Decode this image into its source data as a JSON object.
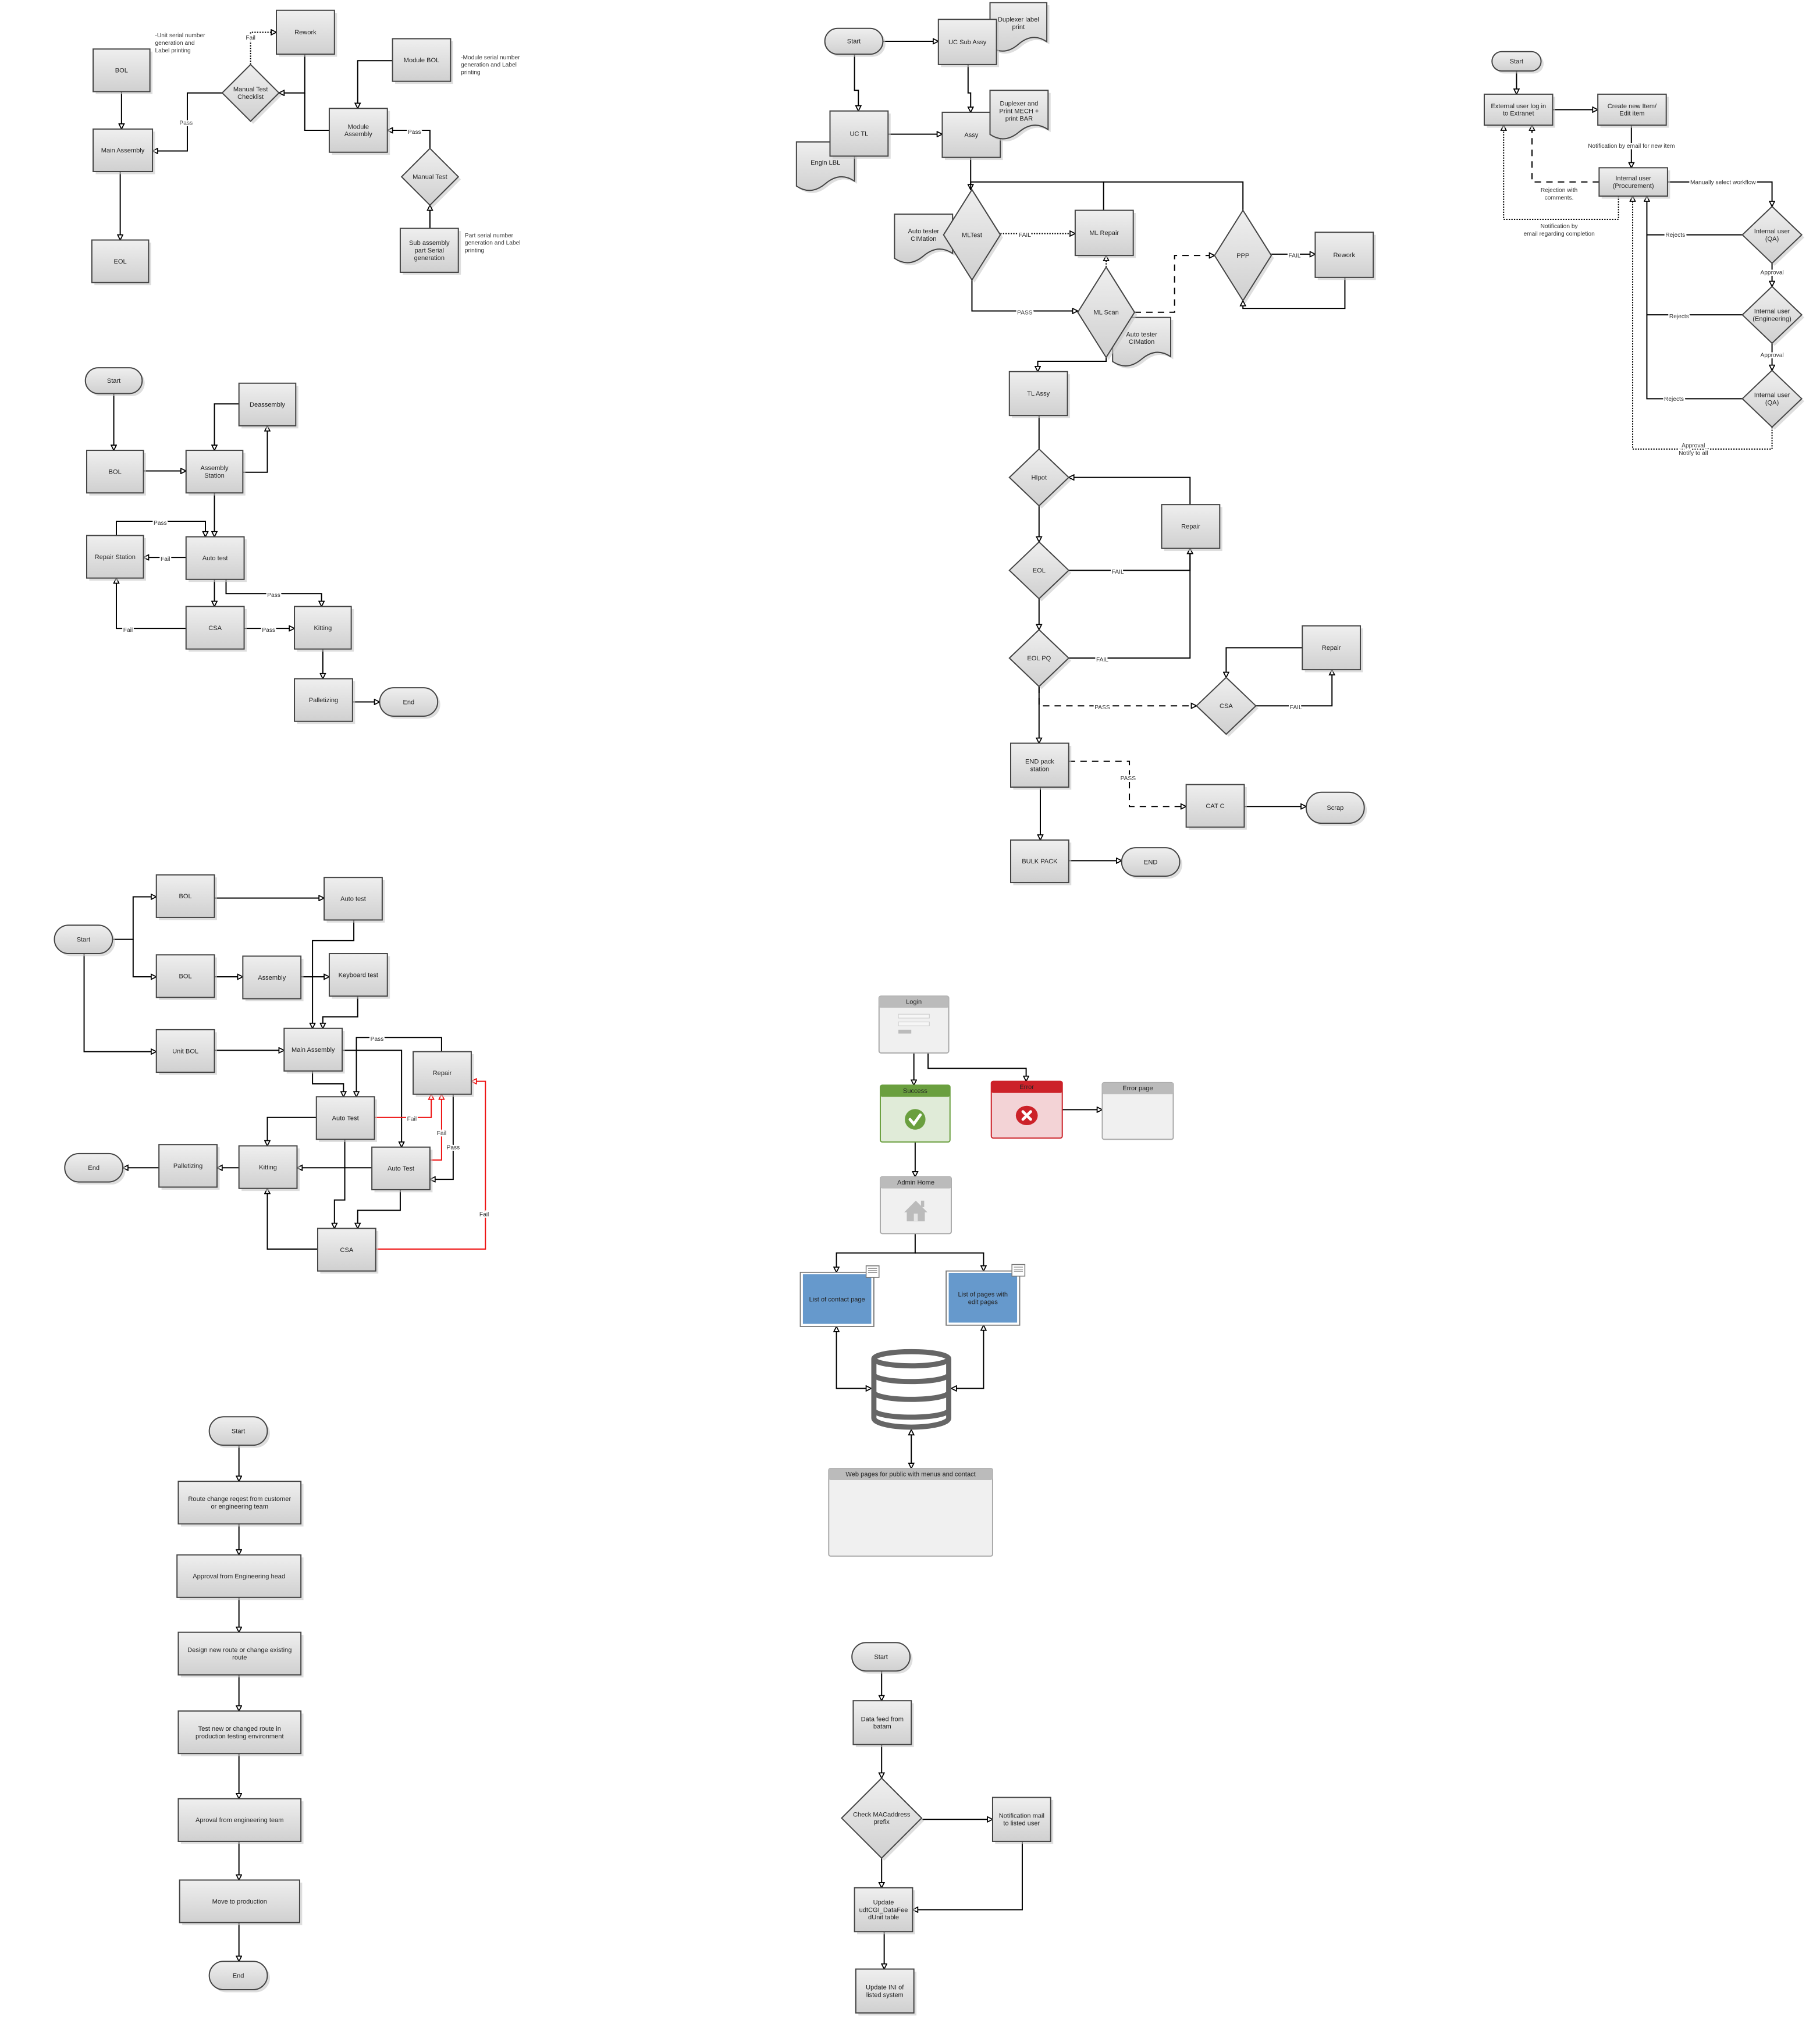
{
  "colors": {
    "node_stroke": "#444444",
    "gradient_top": "#eeeeee",
    "gradient_bottom": "#d2d2d2",
    "fail_line": "#ee1111",
    "success": "#6a9f3f",
    "success_body": "#e0ebd8",
    "error": "#cc2229",
    "error_body": "#f3d3d6",
    "panel_header": "#bbbbbb",
    "panel_body": "#f0f0f0",
    "page_blue": "#6699cc",
    "database": "#666666"
  },
  "diagrams": [
    {
      "nodes": {
        "bol": [
          "BOL"
        ],
        "main_assembly": [
          "Main Assembly"
        ],
        "eol": [
          "EOL"
        ],
        "checklist": [
          "Manual Test",
          "Checklist"
        ],
        "rework": [
          "Rework"
        ],
        "module_bol": [
          "Module BOL"
        ],
        "module_assembly": [
          "Module",
          "Assembly"
        ],
        "manual_test": [
          "Manual Test"
        ],
        "sub_assembly": [
          "Sub assembly",
          "part Serial",
          "generation"
        ]
      },
      "notes": {
        "unit_serial": [
          "-Unit serial number",
          "generation and",
          "Label printing"
        ],
        "module_serial": [
          "-Module serial number",
          "generation and Label",
          "printing"
        ],
        "part_serial": [
          "Part serial number",
          "generation and Label",
          "printing"
        ]
      },
      "labels": {
        "pass_main": "Pass",
        "fail_rework": "Fail",
        "pass_module": "Pass"
      }
    },
    {
      "nodes": {
        "start": [
          "Start"
        ],
        "bol": [
          "BOL"
        ],
        "assembly_station": [
          "Assembly",
          "Station"
        ],
        "deassembly": [
          "Deassembly"
        ],
        "repair_station": [
          "Repair Station"
        ],
        "auto_test": [
          "Auto test"
        ],
        "csa": [
          "CSA"
        ],
        "kitting": [
          "Kitting"
        ],
        "palletizing": [
          "Palletizing"
        ],
        "end": [
          "End"
        ]
      },
      "labels": {
        "pass_repair": "Pass",
        "fail_auto": "Fail",
        "pass_kitting": "Pass",
        "pass_csa": "Pass",
        "fail_csa": "Fail"
      }
    },
    {
      "nodes": {
        "start": [
          "Start"
        ],
        "bol_1": [
          "BOL"
        ],
        "bol_2": [
          "BOL"
        ],
        "unit_bol": [
          "Unit BOL"
        ],
        "auto_test_top": [
          "Auto test"
        ],
        "assembly": [
          "Assembly"
        ],
        "keyboard_test": [
          "Keyboard test"
        ],
        "main_assembly": [
          "Main Assembly"
        ],
        "repair": [
          "Repair"
        ],
        "auto_test_a": [
          "Auto Test"
        ],
        "auto_test_b": [
          "Auto Test"
        ],
        "kitting": [
          "Kitting"
        ],
        "palletizing": [
          "Palletizing"
        ],
        "end": [
          "End"
        ],
        "csa": [
          "CSA"
        ]
      },
      "labels": {
        "pass_repair": "Pass",
        "fail_a": "Fail",
        "fail_b": "Fail",
        "pass_b": "Pass",
        "fail_csa": "Fail"
      }
    },
    {
      "nodes": {
        "start": [
          "Start"
        ],
        "step_1": [
          "Route change reqest from customer",
          "or engineering team"
        ],
        "step_2": [
          "Approval from Engineering head"
        ],
        "step_3": [
          "Design new route or change existing",
          "route"
        ],
        "step_4": [
          "Test new or changed route in",
          "production testing environment"
        ],
        "step_5": [
          "Aproval from engineering team"
        ],
        "step_6": [
          "Move to production"
        ],
        "end": [
          "End"
        ]
      },
      "labels": {}
    },
    {
      "nodes": {
        "start": [
          "Start"
        ],
        "uc_sub_assy": [
          "UC Sub Assy"
        ],
        "duplexer_label": [
          "Duplexer label",
          "print"
        ],
        "uc_tl": [
          "UC TL"
        ],
        "engin_lbl": [
          "Engin LBL"
        ],
        "assy": [
          "Assy"
        ],
        "duplexer_mech": [
          "Duplexer and",
          "Print MECH +",
          "print BAR"
        ],
        "ml_test": [
          "MLTest"
        ],
        "auto_tester_1": [
          "Auto tester",
          "CIMation"
        ],
        "ml_repair": [
          "ML Repair"
        ],
        "ppp": [
          "PPP"
        ],
        "rework": [
          "Rework"
        ],
        "ml_scan": [
          "ML Scan"
        ],
        "auto_tester_2": [
          "Auto tester",
          "CIMation"
        ],
        "tl_assy": [
          "TL Assy"
        ],
        "hipot": [
          "HIpot"
        ],
        "repair_1": [
          "Repair"
        ],
        "eol": [
          "EOL"
        ],
        "eol_pq": [
          "EOL PQ"
        ],
        "csa": [
          "CSA"
        ],
        "repair_2": [
          "Repair"
        ],
        "end_pack": [
          "END pack",
          "station"
        ],
        "cat_c": [
          "CAT C"
        ],
        "scrap": [
          "Scrap"
        ],
        "bulk_pack": [
          "BULK PACK"
        ],
        "end": [
          "END"
        ]
      },
      "labels": {
        "fail_ml": "FAIL",
        "pass_ml": "PASS",
        "fail_ppp": "FAIL",
        "fail_eol": "FAIL",
        "fail_eolpq": "FAIL",
        "pass_csa": "PASS",
        "fail_csa": "FAIL",
        "pass_catc": "PASS"
      }
    },
    {
      "nodes": {
        "start": [
          "Start"
        ],
        "external_login": [
          "External user log in",
          "to Extranet"
        ],
        "create_item": [
          "Create new Item/",
          "Edit item"
        ],
        "procurement": [
          "Internal user",
          "(Procurement)"
        ],
        "qa_1": [
          "Internal user",
          "(QA)"
        ],
        "engineering": [
          "Internal user",
          "(Engineering)"
        ],
        "qa_2": [
          "Internal user",
          "(QA)"
        ]
      },
      "labels": {
        "notify_new": "Notification by email for new item",
        "rejection": [
          "Rejection with",
          "comments."
        ],
        "notify_completion": [
          "Notification by",
          "email regarding completion"
        ],
        "manual_workflow": "Manually select workflow",
        "rejects_1": "Rejects",
        "rejects_2": "Rejects",
        "rejects_3": "Rejects",
        "approval_1": "Approval",
        "approval_2": "Approval",
        "approval_notify": [
          "Approval",
          "Notify to all"
        ]
      }
    },
    {
      "nodes": {
        "login": [
          "Login"
        ],
        "success": [
          "Success"
        ],
        "error": [
          "Error"
        ],
        "error_page": [
          "Error page"
        ],
        "admin_home": [
          "Admin Home"
        ],
        "contact_list": [
          "List of contact page"
        ],
        "pages_list": [
          "List of pages with",
          "edit  pages"
        ],
        "public_pages": [
          "Web pages for public with menus and contact"
        ]
      },
      "labels": {}
    },
    {
      "nodes": {
        "start": [
          "Start"
        ],
        "data_feed": [
          "Data feed from",
          "batam"
        ],
        "check_mac": [
          "Check MACaddress",
          "prefix"
        ],
        "notification": [
          "Notification mail",
          "to listed user"
        ],
        "update_table": [
          "Update",
          "udtCGI_DataFee",
          "dUnit table"
        ],
        "update_ini": [
          "Update INI of",
          "listed system"
        ]
      },
      "labels": {}
    }
  ]
}
